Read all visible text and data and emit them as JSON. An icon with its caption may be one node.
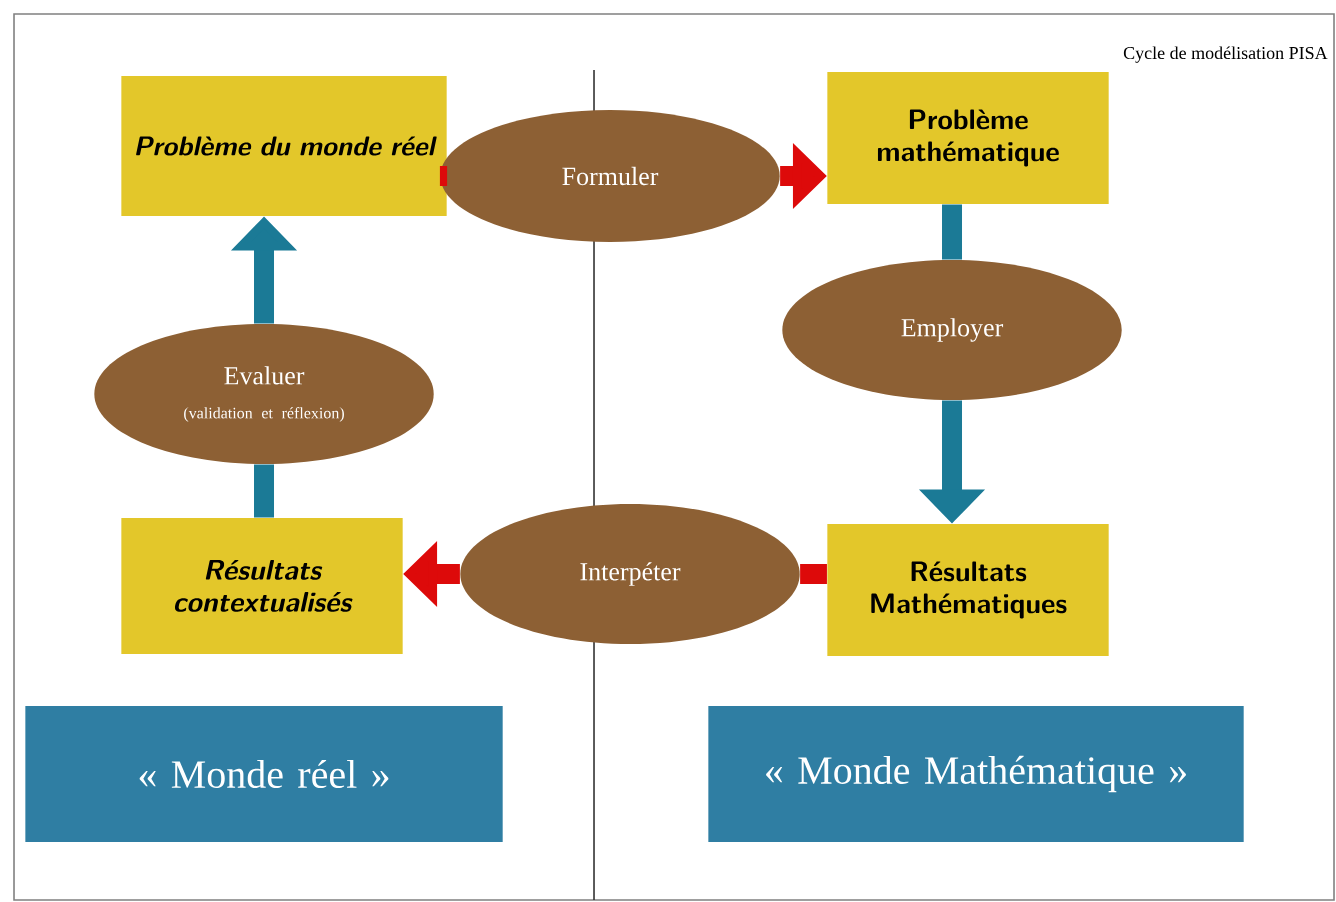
{
  "diagram": {
    "nodes": [
      {
        "text": [
          "Problème du monde réel"
        ]
      },
      {
        "text": [
          "Problème mathématique"
        ]
      },
      {
        "text": [
          "Résultats Mathématiques"
        ]
      },
      {
        "text": [
          "Résultats contextualisés"
        ]
      },
      {
        "text": [
          "Formuler"
        ]
      },
      {
        "text": [
          "Employer"
        ]
      },
      {
        "text": [
          "Interpéter"
        ]
      },
      {
        "text": [
          "Evaluer",
          "(validation et réflexion)"
        ]
      },
      {
        "text": [
          "« Monde réel »"
        ]
      },
      {
        "text": [
          "« Monde Mathématique »"
        ]
      }
    ],
    "edges": [
      {
        "from": 0,
        "to": 4,
        "arrow": "none",
        "color": "#dd0a0a"
      },
      {
        "from": 4,
        "to": 1,
        "arrow": "to",
        "color": "#dd0a0a"
      },
      {
        "from": 1,
        "to": 5,
        "arrow": "none",
        "color": "#1b7a96"
      },
      {
        "from": 5,
        "to": 2,
        "arrow": "to",
        "color": "#1b7a96"
      },
      {
        "from": 2,
        "to": 6,
        "arrow": "none",
        "color": "#dd0a0a"
      },
      {
        "from": 6,
        "to": 3,
        "arrow": "to",
        "color": "#dd0a0a"
      },
      {
        "from": 3,
        "to": 7,
        "arrow": "none",
        "color": "#1b7a96"
      },
      {
        "from": 7,
        "to": 0,
        "arrow": "to",
        "color": "#1b7a96"
      }
    ],
    "labels": [
      "Cycle de modélisation PISA"
    ]
  }
}
